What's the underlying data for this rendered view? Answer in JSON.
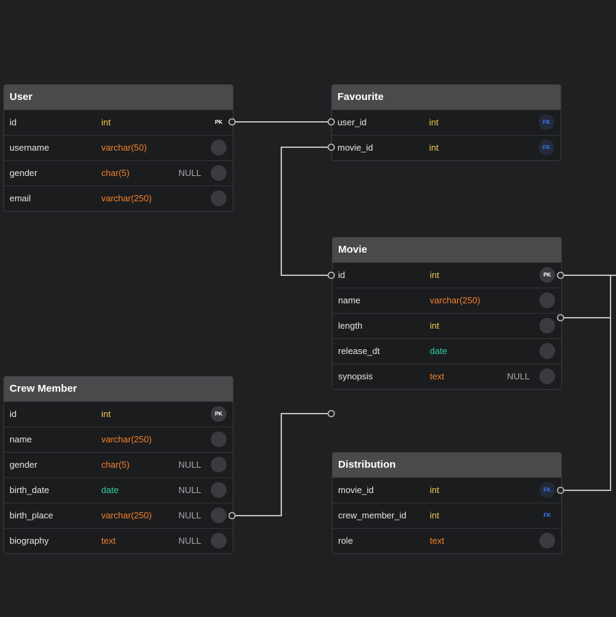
{
  "colors": {
    "background": "#1f2022",
    "header": "#4a4a4c",
    "type_int": "#f2c94c",
    "type_varchar": "#f5822a",
    "type_date": "#2dd4a0",
    "type_text": "#f5822a",
    "fk_badge_text": "#3b7cff",
    "connector": "#bdbdbd"
  },
  "tables": {
    "user": {
      "title": "User",
      "rows": [
        {
          "name": "id",
          "type": "int",
          "null": "",
          "key": "PK"
        },
        {
          "name": "username",
          "type": "varchar(50)",
          "null": "",
          "key": ""
        },
        {
          "name": "gender",
          "type": "char(5)",
          "null": "NULL",
          "key": ""
        },
        {
          "name": "email",
          "type": "varchar(250)",
          "null": "",
          "key": ""
        }
      ]
    },
    "favourite": {
      "title": "Favourite",
      "rows": [
        {
          "name": "user_id",
          "type": "int",
          "null": "",
          "key": "FK"
        },
        {
          "name": "movie_id",
          "type": "int",
          "null": "",
          "key": "FK"
        }
      ]
    },
    "movie": {
      "title": "Movie",
      "rows": [
        {
          "name": "id",
          "type": "int",
          "null": "",
          "key": "PK"
        },
        {
          "name": "name",
          "type": "varchar(250)",
          "null": "",
          "key": ""
        },
        {
          "name": "length",
          "type": "int",
          "null": "",
          "key": ""
        },
        {
          "name": "release_dt",
          "type": "date",
          "null": "",
          "key": ""
        },
        {
          "name": "synopsis",
          "type": "text",
          "null": "NULL",
          "key": ""
        }
      ]
    },
    "crew_member": {
      "title": "Crew Member",
      "rows": [
        {
          "name": "id",
          "type": "int",
          "null": "",
          "key": "PK"
        },
        {
          "name": "name",
          "type": "varchar(250)",
          "null": "",
          "key": ""
        },
        {
          "name": "gender",
          "type": "char(5)",
          "null": "NULL",
          "key": ""
        },
        {
          "name": "birth_date",
          "type": "date",
          "null": "NULL",
          "key": ""
        },
        {
          "name": "birth_place",
          "type": "varchar(250)",
          "null": "NULL",
          "key": ""
        },
        {
          "name": "biography",
          "type": "text",
          "null": "NULL",
          "key": ""
        }
      ]
    },
    "distribution": {
      "title": "Distribution",
      "rows": [
        {
          "name": "movie_id",
          "type": "int",
          "null": "",
          "key": "FK"
        },
        {
          "name": "crew_member_id",
          "type": "int",
          "null": "",
          "key": "FK"
        },
        {
          "name": "role",
          "type": "text",
          "null": "",
          "key": ""
        }
      ]
    }
  }
}
